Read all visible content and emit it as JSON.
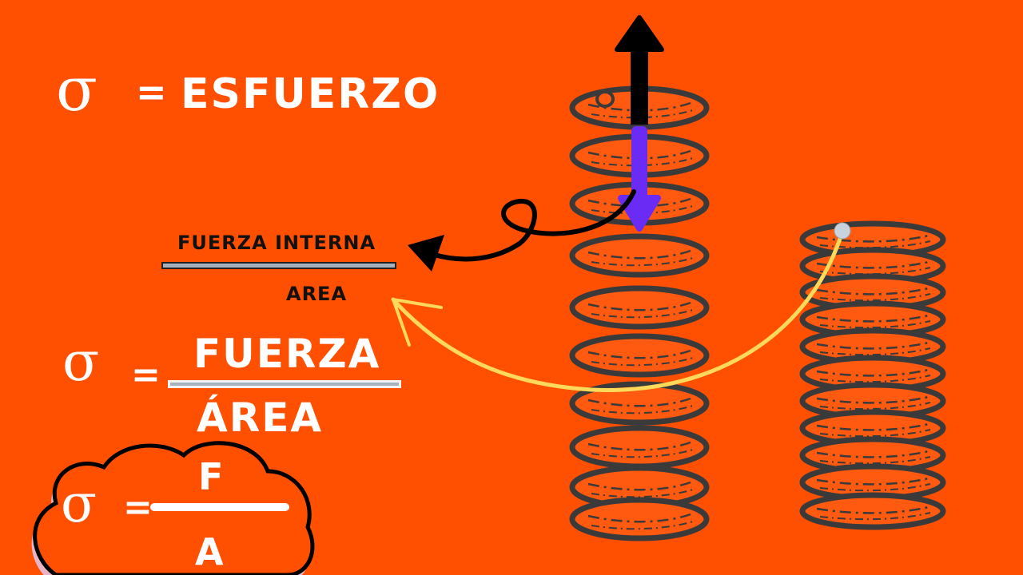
{
  "colors": {
    "background": "#ff4f00",
    "text_white": "#ffffff",
    "text_black": "#111111",
    "fraction_bar": "#a7b0bd",
    "spring_fill": "#ff5a10",
    "spring_outline": "#3a3a3a",
    "arrow_up": "#000000",
    "arrow_down": "#6a2cf5",
    "curved_arrow_yellow": "#ffd95a",
    "anchor_dot": "#c9d3dd"
  },
  "definition": {
    "symbol": "σ",
    "equals": "=",
    "term": "ESFUERZO"
  },
  "fraction_words": {
    "numerator": "FUERZA INTERNA",
    "denominator": "AREA"
  },
  "formula_words": {
    "symbol": "σ",
    "equals": "=",
    "numerator": "FUERZA",
    "denominator": "ÁREA"
  },
  "formula_short": {
    "symbol": "σ",
    "equals": "=",
    "numerator": "F",
    "denominator": "A"
  },
  "illustration": {
    "stretched_spring": "stretched-spring",
    "compressed_spring": "compressed-spring",
    "arrow_up": "tension-force-up",
    "arrow_down": "internal-force-down"
  }
}
